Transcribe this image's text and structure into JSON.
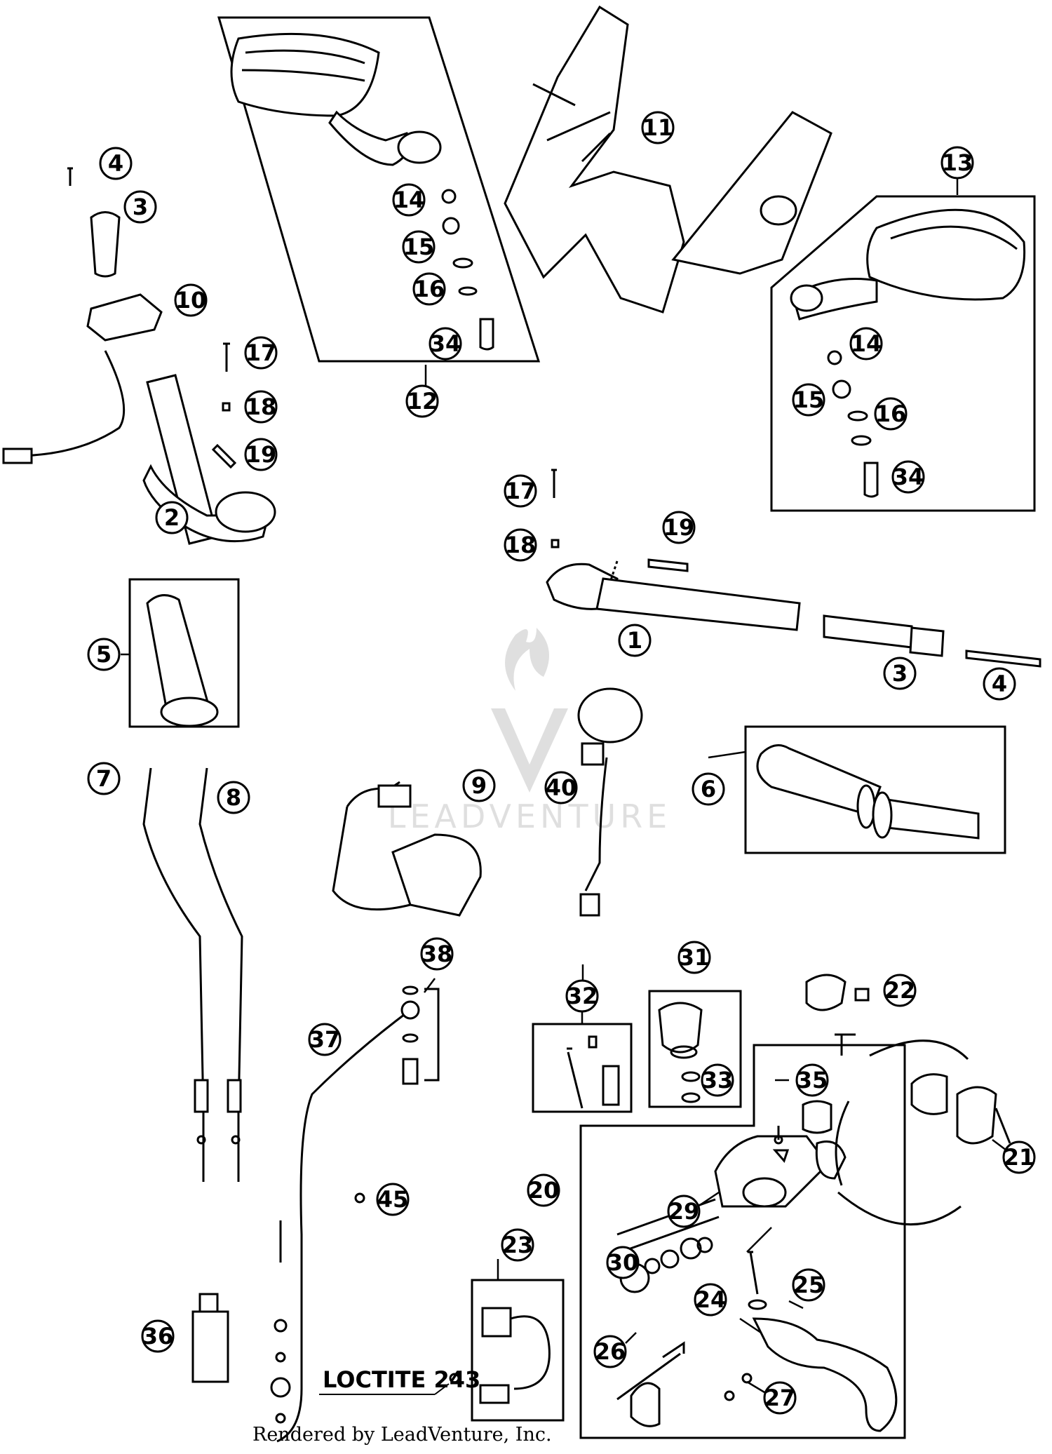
{
  "labels": {
    "p1": "1",
    "p2": "2",
    "p3a": "3",
    "p3b": "3",
    "p4a": "4",
    "p4b": "4",
    "p5": "5",
    "p6": "6",
    "p7": "7",
    "p8": "8",
    "p9": "9",
    "p10": "10",
    "p11": "11",
    "p12": "12",
    "p13": "13",
    "p14a": "14",
    "p14b": "14",
    "p15a": "15",
    "p15b": "15",
    "p16a": "16",
    "p16b": "16",
    "p17a": "17",
    "p17b": "17",
    "p18a": "18",
    "p18b": "18",
    "p19a": "19",
    "p19b": "19",
    "p20": "20",
    "p21": "21",
    "p22": "22",
    "p23": "23",
    "p24": "24",
    "p25": "25",
    "p26": "26",
    "p27": "27",
    "p29": "29",
    "p30": "30",
    "p31": "31",
    "p32": "32",
    "p33": "33",
    "p34a": "34",
    "p34b": "34",
    "p35": "35",
    "p36": "36",
    "p37": "37",
    "p38": "38",
    "p40": "40",
    "p45": "45"
  },
  "loctite": "LOCTITE 243",
  "watermark": "LEADVENTURE",
  "footer": "Rendered by LeadVenture, Inc."
}
